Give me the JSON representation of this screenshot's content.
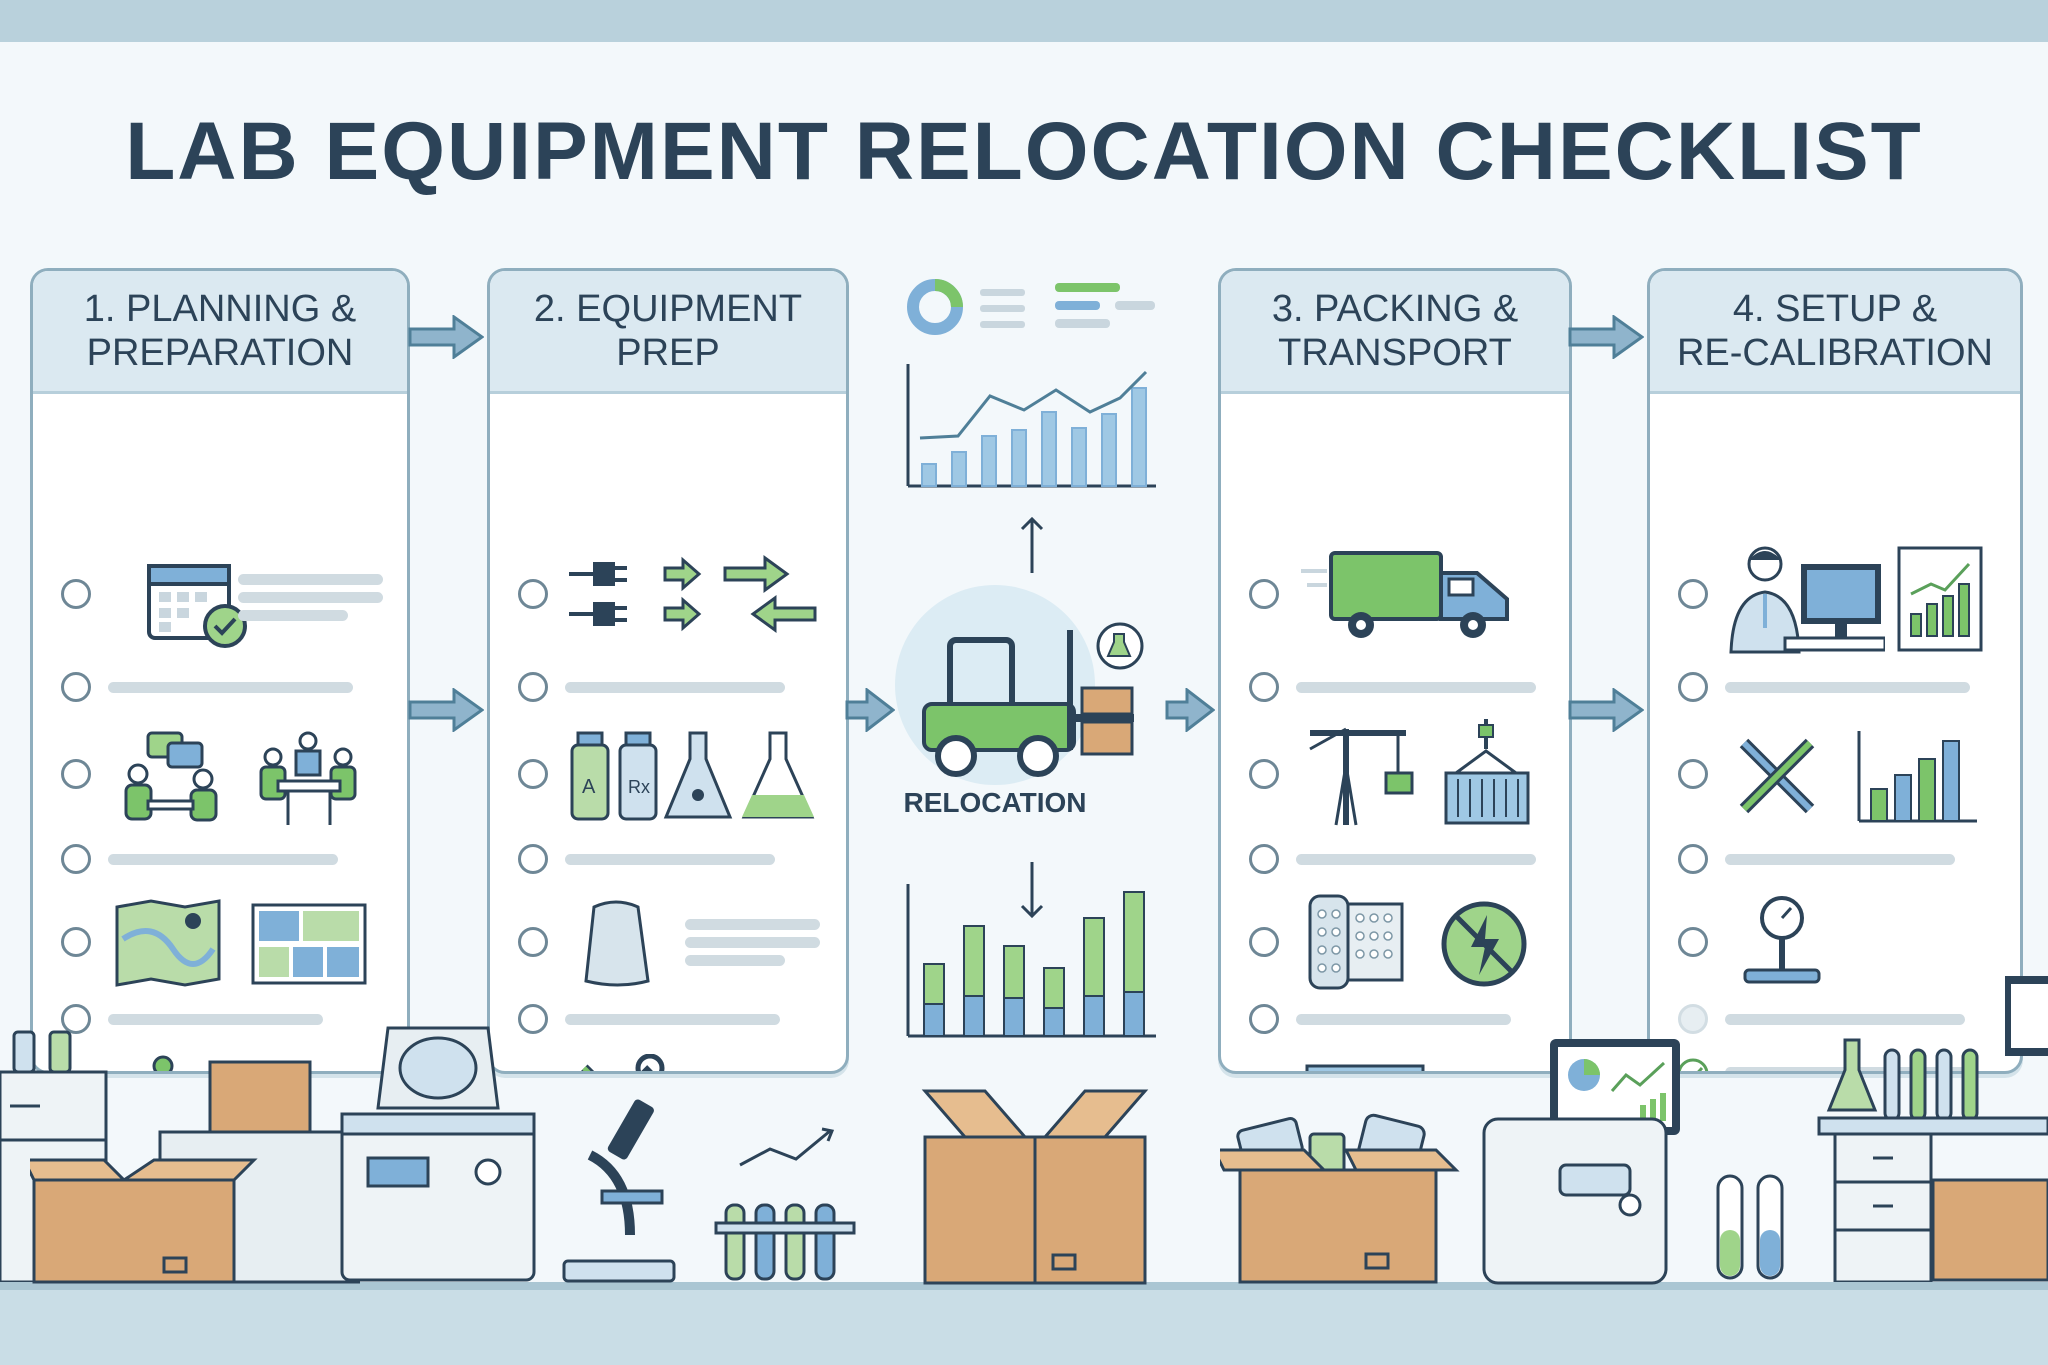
{
  "title": "LAB EQUIPMENT RELOCATION CHECKLIST",
  "panels": [
    {
      "heading_line1": "1. PLANNING &",
      "heading_line2": "PREPARATION"
    },
    {
      "heading_line1": "2. EQUIPMENT",
      "heading_line2": "PREP"
    },
    {
      "heading_line1": "3. PACKING &",
      "heading_line2": "TRANSPORT"
    },
    {
      "heading_line1": "4. SETUP &",
      "heading_line2": "RE-CALIBRATION"
    }
  ],
  "hub": {
    "label": "RELOCATION"
  },
  "colors": {
    "navy": "#2c4358",
    "green": "#7cc46a",
    "blue": "#7fb0d8",
    "box": "#d9a877",
    "panel_header": "#dbe9f1",
    "border": "#8faebe"
  }
}
